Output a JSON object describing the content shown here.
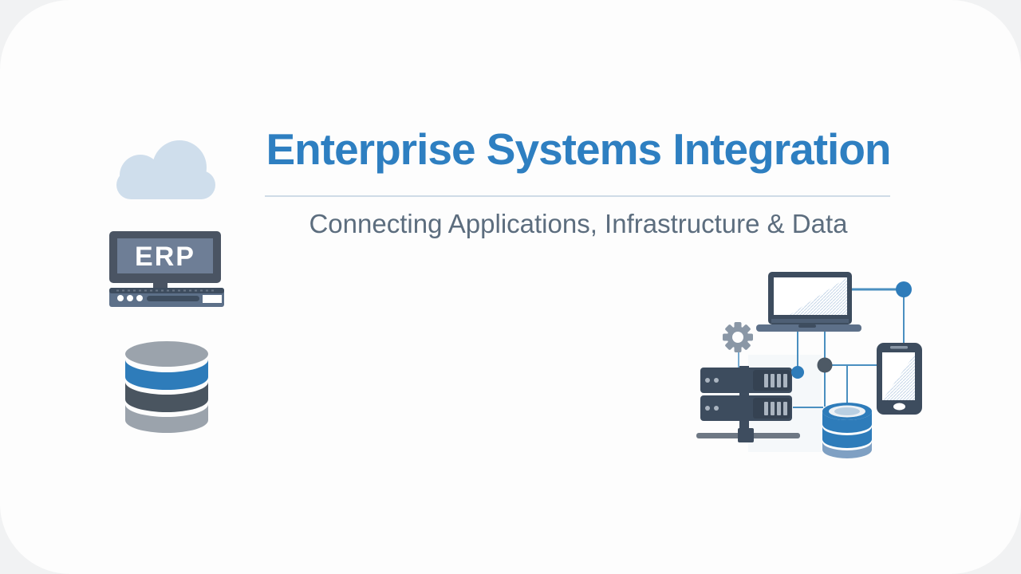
{
  "slide": {
    "title": "Enterprise Systems Integration",
    "subtitle": "Connecting Applications, Infrastructure & Data",
    "erp_label": "ERP",
    "left_icons": [
      "cloud-icon",
      "erp-computer-icon",
      "database-icon"
    ],
    "illustration_components": [
      "laptop",
      "gear",
      "server-rack",
      "smartphone",
      "database",
      "network-nodes",
      "connector-lines"
    ]
  },
  "colors": {
    "canvas_bg": "#f1f2f3",
    "slide_bg": "#fdfdfd",
    "title_blue": "#2e7fc1",
    "subtitle_gray": "#5c6d7e",
    "divider": "#cfdbe7",
    "cloud": "#cfdeec",
    "erp_frame": "#4a5463",
    "erp_screen": "#6e7e96",
    "dark_slate": "#3d4c5e",
    "mid_slate": "#5d7089",
    "accent_blue": "#2e7cba",
    "line_blue": "#4a8fc0",
    "node_gray": "#4d5965",
    "gear_gray": "#8a97a6",
    "db_gray": "#9ba3ac",
    "db_dark": "#4a5560",
    "db_light_blue": "#7fa0c3",
    "hatch_blue": "#c6d6e8",
    "slot_light": "#aab4c0",
    "base_gray": "#6e7884",
    "notch_dark": "#3e4d5f",
    "panel": "#f2f5f8"
  }
}
